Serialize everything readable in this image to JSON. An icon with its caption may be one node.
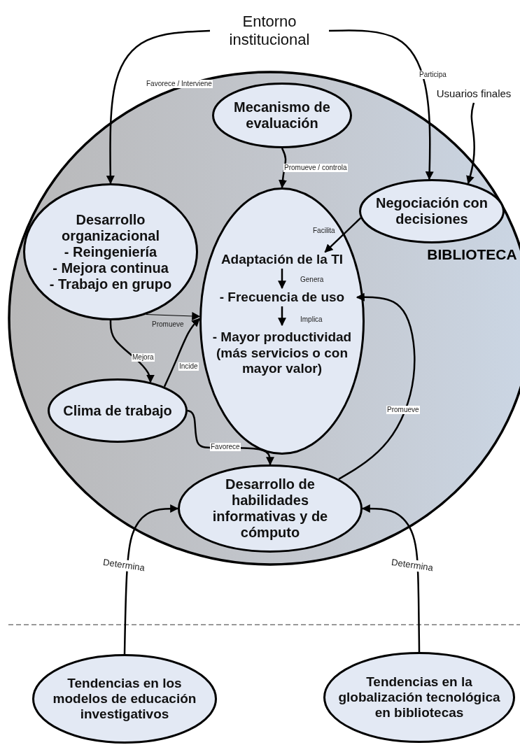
{
  "diagram": {
    "nodes": [
      {
        "text": [
          "Entorno institucional"
        ]
      },
      {
        "text": [
          "BIBLIOTECA"
        ]
      },
      {
        "text": [
          "Usuarios finales"
        ]
      },
      {
        "text": [
          "Mecanismo de evaluación"
        ],
        "in": 1
      },
      {
        "text": [
          "Negociación con decisiones"
        ],
        "in": 1
      },
      {
        "text": [
          "Desarrollo organizacional",
          "- Reingeniería",
          "- Mejora continua",
          "- Trabajo en grupo"
        ],
        "in": 1
      },
      {
        "text": [],
        "shape": "ellipse",
        "in": 1
      },
      {
        "text": [
          "Adaptación de la TI"
        ],
        "in": 6
      },
      {
        "text": [
          "- Frecuencia de uso"
        ],
        "in": 6
      },
      {
        "text": [
          "- Mayor productividad (más servicios o con mayor valor)"
        ],
        "in": 6
      },
      {
        "text": [
          "Clima de trabajo"
        ],
        "in": 1
      },
      {
        "text": [
          "Desarrollo de habilidades informativas y de cómputo"
        ],
        "in": 1
      },
      {
        "text": [
          "Tendencias en los modelos de educación investigativos"
        ]
      },
      {
        "text": [
          "Tendencias en la globalización tecnológica en bibliotecas"
        ]
      }
    ],
    "edges": [
      {
        "from": 0,
        "to": 5,
        "arrow": "to",
        "label": "Favorece / Interviene"
      },
      {
        "from": 0,
        "to": 4,
        "arrow": "to",
        "label": "Participa"
      },
      {
        "from": 2,
        "to": 4,
        "arrow": "to"
      },
      {
        "from": 3,
        "to": 6,
        "arrow": "to",
        "label": "Promueve / controla"
      },
      {
        "from": 4,
        "to": 7,
        "arrow": "to",
        "label": "Facilita"
      },
      {
        "from": 7,
        "to": 8,
        "arrow": "to",
        "label": "Genera"
      },
      {
        "from": 8,
        "to": 9,
        "arrow": "to",
        "label": "Implica"
      },
      {
        "from": 5,
        "to": 10,
        "arrow": "to",
        "label": "Mejora"
      },
      {
        "from": 10,
        "to": 6,
        "arrow": "to",
        "label": "Incide"
      },
      {
        "from": 5,
        "to": 6,
        "arrow": "to",
        "label": "Promueve"
      },
      {
        "from": 10,
        "to": 11,
        "arrow": "to",
        "label": "Favorece"
      },
      {
        "from": 11,
        "to": 8,
        "arrow": "to",
        "label": "Promueve"
      },
      {
        "from": 12,
        "to": 11,
        "arrow": "to",
        "label": "Determina"
      },
      {
        "from": 13,
        "to": 11,
        "arrow": "to",
        "label": "Determina"
      }
    ]
  }
}
